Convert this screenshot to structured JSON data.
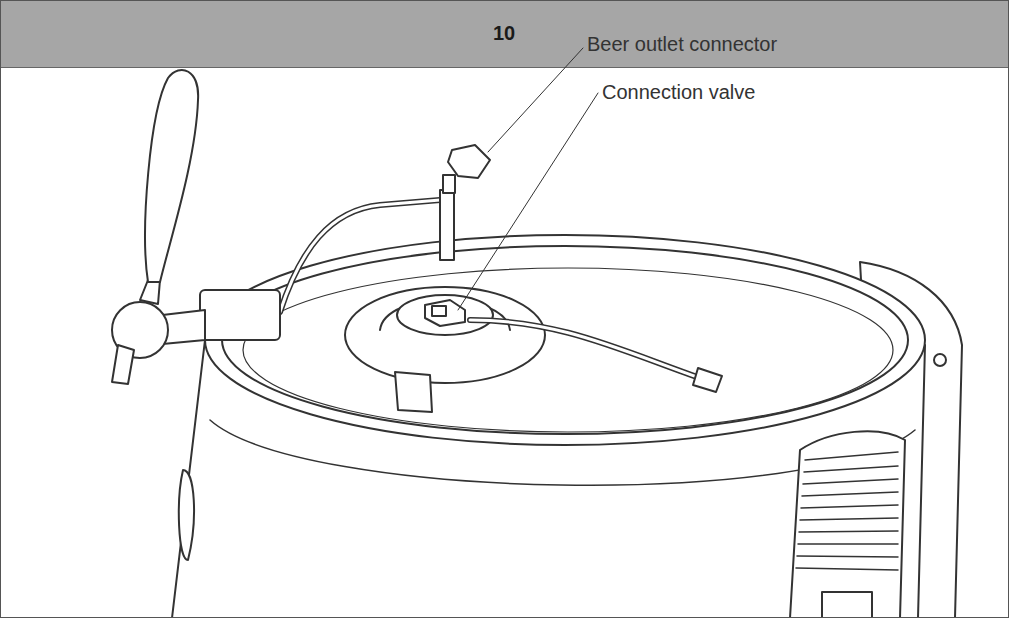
{
  "diagram": {
    "title": "10",
    "labels": [
      "Beer outlet connector",
      "Connection valve"
    ]
  }
}
